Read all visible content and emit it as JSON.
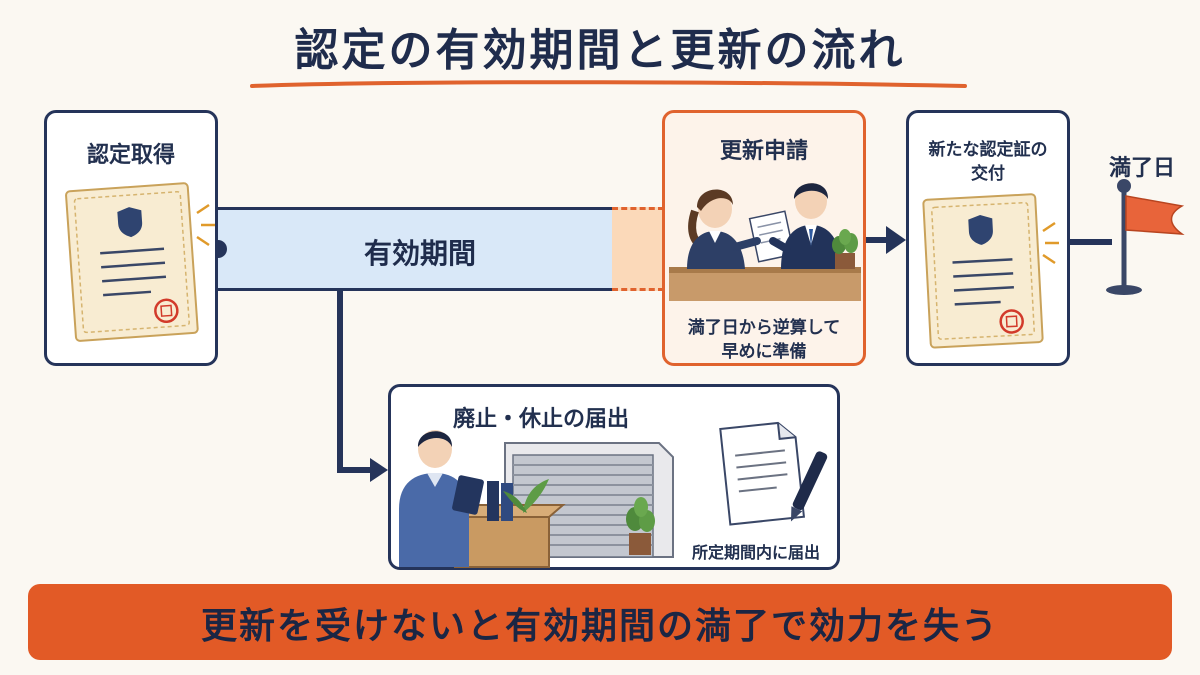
{
  "title": "認定の有効期間と更新の流れ",
  "steps": {
    "acquire": {
      "label": "認定取得"
    },
    "renewal": {
      "label": "更新申請",
      "note_line1": "満了日から逆算して",
      "note_line2": "早めに準備"
    },
    "issue": {
      "label_line1": "新たな認定証の",
      "label_line2": "交付"
    },
    "expiry": {
      "label": "満了日"
    },
    "closure": {
      "label": "廃止・休止の届出",
      "note": "所定期間内に届出"
    }
  },
  "period": {
    "label": "有効期間"
  },
  "footer": {
    "text": "更新を受けないと有効期間の満了で効力を失う"
  },
  "colors": {
    "navy": "#25345a",
    "accent_orange": "#e0632e",
    "period_blue": "#d9e8f8",
    "period_orange": "#fbd9b9",
    "banner": "#e25a26"
  },
  "icons": [
    "certificate-icon",
    "flag-icon",
    "document-pen-icon",
    "shutter-store-icon",
    "staff-counter-illustration",
    "worker-boxes-illustration"
  ]
}
